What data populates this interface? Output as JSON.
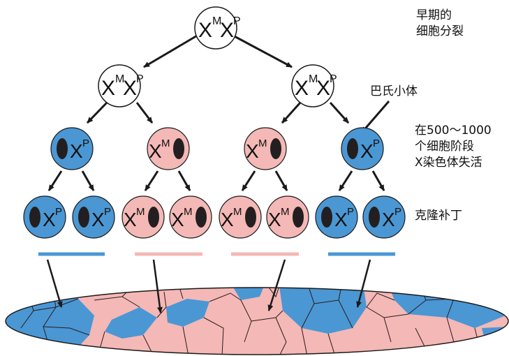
{
  "labels": {
    "early_line1": "早期的",
    "early_line2": "细胞分裂",
    "barr_body": "巴氏小体",
    "stage_line1": "在500～1000",
    "stage_line2": "个细胞阶段",
    "stage_line3": "X染色体失活",
    "clone_patch": "克隆补丁"
  },
  "chromosomes": {
    "x": "X",
    "maternal_sup": "M",
    "paternal_sup": "P"
  },
  "colors": {
    "paternal_active": "#4a97d4",
    "maternal_active": "#f4b8b6",
    "barr_body": "#231f20",
    "outline": "#1a1a1a"
  }
}
